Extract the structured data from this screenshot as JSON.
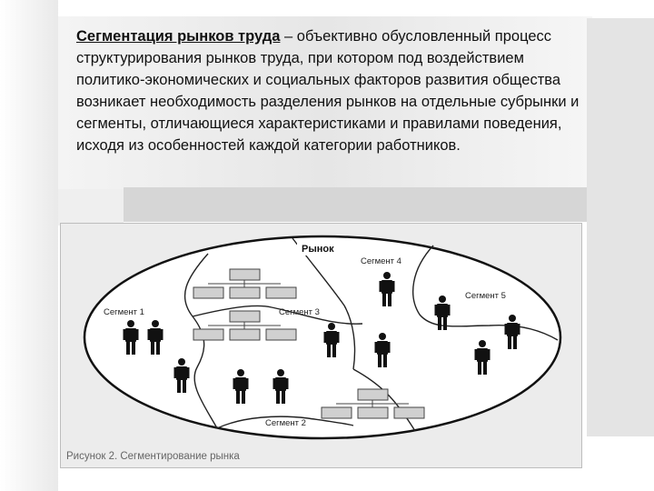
{
  "text": {
    "term": "Сегментация рынков труда",
    "body": " – объективно обусловленный процесс структурирования рынков труда, при котором под воздействием политико-экономических и социальных факторов развития общества возникает необходимость разделения рынков на отдельные субрынки и сегменты, отличающиеся характеристиками и правилами поведения, исходя из особенностей каждой категории работников."
  },
  "figure": {
    "market_label": "Рынок",
    "segments": [
      "Сегмент 1",
      "Сегмент 2",
      "Сегмент 3",
      "Сегмент 4",
      "Сегмент 5"
    ],
    "caption": "Рисунок 2. Сегментирование рынка"
  }
}
